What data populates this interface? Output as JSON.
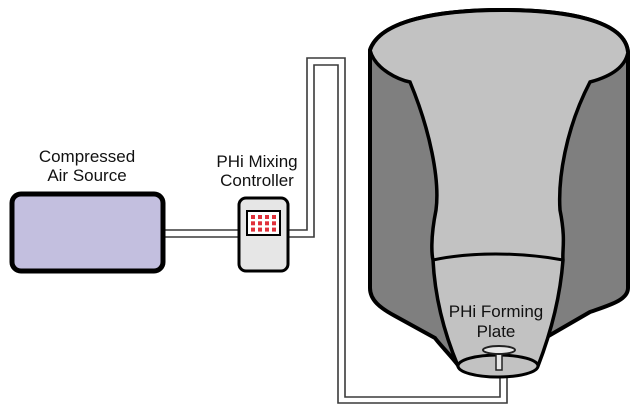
{
  "diagram": {
    "type": "process-schematic",
    "components": {
      "air_source": {
        "label_line1": "Compressed",
        "label_line2": "Air Source",
        "fill": "#c3bfdf"
      },
      "controller": {
        "label_line1": "PHi Mixing",
        "label_line2": "Controller",
        "body_fill": "#e6e6e6",
        "panel_fill": "#ffffff",
        "led_color": "#e0303a",
        "led_rows": 3,
        "led_cols": 4
      },
      "tank": {
        "outer_fill": "#7f7f7f",
        "inner_fill": "#c2c2c2",
        "outline": "#000000"
      },
      "forming_plate": {
        "label_line1": "PHi Forming",
        "label_line2": "Plate"
      }
    },
    "connections": [
      {
        "from": "air_source",
        "to": "controller"
      },
      {
        "from": "controller",
        "to": "forming_plate"
      }
    ],
    "pipe_color": "#3a3a3a"
  }
}
